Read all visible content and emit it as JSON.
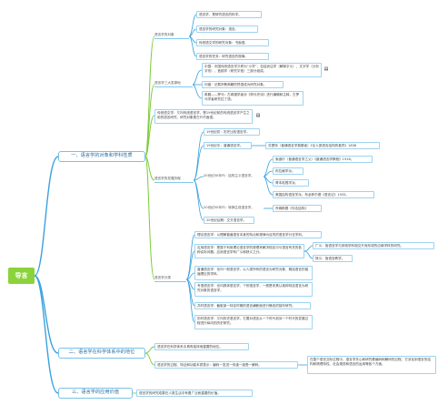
{
  "root": "导言",
  "sections": {
    "s1": "一、语言学的对象和学科性质",
    "s2": "二、语言学在科学体系中的地位",
    "s3": "三、语言学的应用价值"
  },
  "s1": {
    "object": {
      "title": "语言学的对象",
      "items": [
        "语言学，是研究语言的科学。",
        "语言学的研究对象：语言。",
        "传统语文学的研究对象：书面语。",
        "语言学的任务：研究语言的规律。"
      ]
    },
    "three": {
      "title": "语言学三大发源地",
      "items": [
        "中国：中国传统语言学又称为“小学”，包括训诂学（解释字义）、文字学（分析字形）、音韵学（研究字音）三部分组成。",
        "印度：记载宗教典籍的梵语成为研究对象。",
        "希腊——罗马：古希腊学者对《荷马史诗》进行编辑和注释，古罗马学者研究拉丁语。"
      ]
    },
    "philology": "传统语文学：又叫传统语言学，是19世纪前的传统语言学产生之前的语言研究，研究对象是古代书面语。",
    "history": {
      "title": "语言学的发展历程",
      "items": [
        "19世纪初：历史比较语言学。",
        "19世纪中：普通语言学。",
        "20世纪30年代：结构主义语言学。",
        "20世纪50年代：转换生成语言学。",
        "20世纪后期：交叉语言学。"
      ],
      "c19": "洪堡特（普通语言学奠基者）《论人类语言结构的差异》1836",
      "structural": [
        "索绪尔（普通语言学之父）《普通语言学教程》1916。",
        "布拉格学派。",
        "哥本哈根学派。",
        "美国结构语言学派，布龙菲尔德《语言论》1933。"
      ],
      "chomsky": "乔姆斯基《句法结构》1957。"
    },
    "classes": {
      "title": "语言学分类",
      "items": [
        "理论语言学：以理解普遍语言本身的特点和规律为目的的语言学分支学科。",
        "应用语言学：是属于利用理论语言学的原理来解决现实中与语言有关的各种实际问题。应用语言学有广义和狭义之分。",
        "普通语言学：也叫一般语言学，以人类所有的语言为研究对象，概括语言的普遍理论的学科。",
        "专语语言学：也叫具体语言学，个别语言学，一般是来具认某种特定语言为研究对象的语言学。",
        "共时语言学：截取某一特定时期的语言横断面进行静态的描写研究。",
        "历时语言学：又叫历史语言学，它要对语言从一个时代到另一个时代的发展过程进行纵向的历史研究。"
      ],
      "broad": "广义：指语言学与其他学科相交叉而形成的边缘学科的研究。",
      "narrow": "狭义：指语言教学。"
    }
  },
  "s2": {
    "items": [
      "语言学在科学体系中具有独特而重要的地位。",
      "语言学的过程、特征和功能本质表示：编码一发送一传递一接受一解码。"
    ],
    "note": "在整个语言交际过程中，语言学关心和研究着编码和解码的过程，它涉及到语言的结构和物理特性、社会规范和语言的运用等各个方面。"
  },
  "s3": {
    "item": "语言学的研究成果在人类生活中有着广泛而重要的价值。"
  },
  "colors": {
    "root_fill": "#8bd33a",
    "line": "#3aa1de",
    "line_green": "#7ccb3a",
    "box_border": "#9fd3f0"
  }
}
